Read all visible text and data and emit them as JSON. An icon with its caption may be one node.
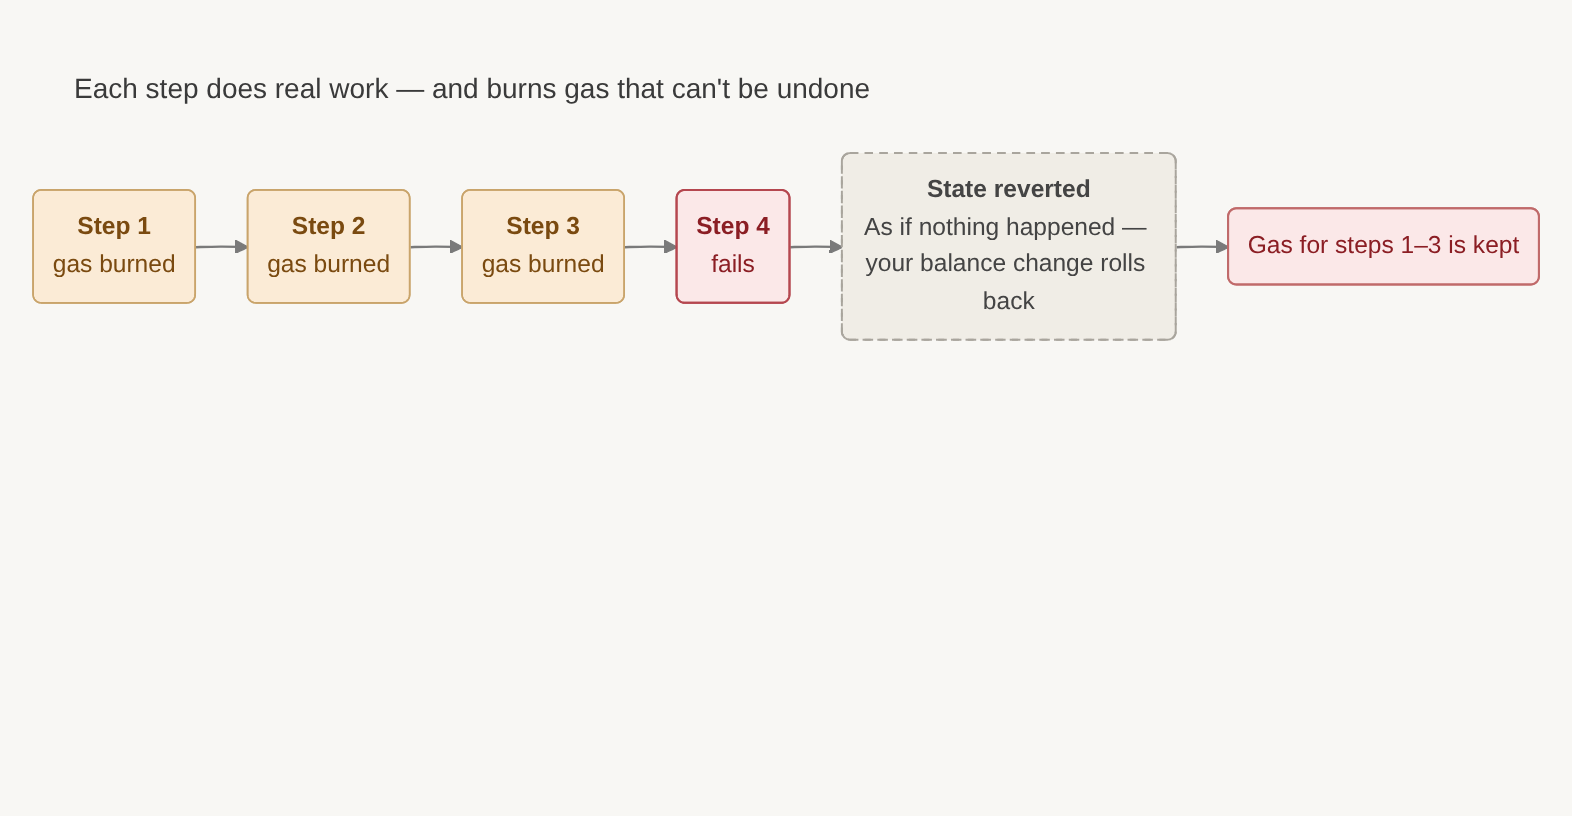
{
  "diagram": {
    "title": "Each step does real work — and burns gas that can't be undone",
    "nodes": [
      {
        "text": [
          "Step 1",
          "gas burned"
        ]
      },
      {
        "text": [
          "Step 2",
          "gas burned"
        ]
      },
      {
        "text": [
          "Step 3",
          "gas burned"
        ]
      },
      {
        "text": [
          "Step 4",
          "fails"
        ]
      },
      {
        "text": [
          "State reverted",
          "As if nothing happened — your balance change rolls back"
        ]
      },
      {
        "text": [
          "Gas for steps 1–3 is kept"
        ]
      }
    ],
    "edges": [
      {
        "from": 0,
        "to": 1,
        "arrow": "to"
      },
      {
        "from": 1,
        "to": 2,
        "arrow": "to"
      },
      {
        "from": 2,
        "to": 3,
        "arrow": "to"
      },
      {
        "from": 3,
        "to": 4,
        "arrow": "to"
      },
      {
        "from": 4,
        "to": 5,
        "arrow": "to"
      }
    ]
  }
}
